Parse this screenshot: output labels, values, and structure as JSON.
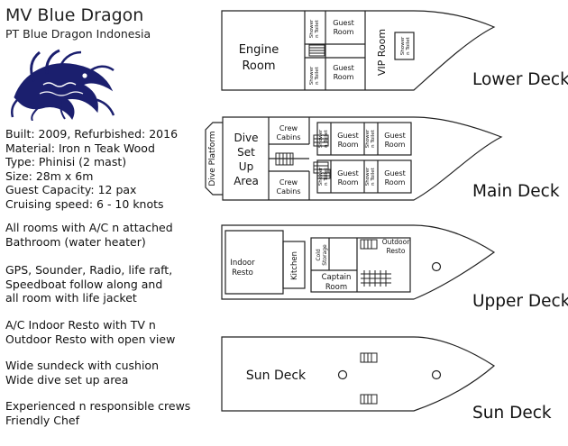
{
  "header": {
    "title": "MV Blue Dragon",
    "subtitle": "PT Blue Dragon Indonesia",
    "logo_icon": "blue-dragon-logo",
    "logo_color": "#1b1f6e"
  },
  "specs": [
    "Built: 2009, Refurbished: 2016",
    "Material: Iron n Teak Wood",
    "Type: Phinisi (2 mast)",
    "Size: 28m x 6m",
    "Guest Capacity: 12 pax",
    "Cruising speed: 6 - 10 knots"
  ],
  "features": [
    [
      "All rooms with A/C n attached",
      "Bathroom (water heater)"
    ],
    [
      "GPS, Sounder, Radio, life raft,",
      "Speedboat follow along and",
      "all room with life jacket"
    ],
    [
      "A/C Indoor Resto with TV n",
      "Outdoor Resto with open view"
    ],
    [
      "Wide sundeck with cushion",
      "Wide dive set up area"
    ],
    [
      "Experienced n responsible crews",
      "Friendly Chef"
    ]
  ],
  "decks": {
    "lower": {
      "name": "Lower Deck",
      "engine_room": [
        "Engine",
        "Room"
      ],
      "guest_room_1": [
        "Guest",
        "Room"
      ],
      "guest_room_2": [
        "Guest",
        "Room"
      ],
      "shower_1": [
        "Shower",
        "n Toilet"
      ],
      "shower_2": [
        "Shower",
        "n Toilet"
      ],
      "vip_room": "VIP Room",
      "vip_shower": [
        "Shower",
        "n Toilet"
      ]
    },
    "main": {
      "name": "Main Deck",
      "dive_platform": "Dive Platform",
      "dive_area": [
        "Dive",
        "Set",
        "Up",
        "Area"
      ],
      "crew_cabins_1": [
        "Crew",
        "Cabins"
      ],
      "crew_cabins_2": [
        "Crew",
        "Cabins"
      ],
      "guest_rooms": [
        [
          "Guest",
          "Room"
        ],
        [
          "Guest",
          "Room"
        ],
        [
          "Guest",
          "Room"
        ],
        [
          "Guest",
          "Room"
        ]
      ],
      "showers": [
        [
          "Shower",
          "n Toilet"
        ],
        [
          "Shower",
          "n Toilet"
        ],
        [
          "Shower",
          "n Toilet"
        ],
        [
          "Shower",
          "n Toilet"
        ]
      ]
    },
    "upper": {
      "name": "Upper Deck",
      "indoor_resto": [
        "Indoor",
        "Resto"
      ],
      "kitchen": "Kitchen",
      "cold_storage": [
        "Cold",
        "Storage"
      ],
      "captain_room": [
        "Captain",
        "Room"
      ],
      "outdoor_resto": [
        "Outdoor",
        "Resto"
      ]
    },
    "sun": {
      "name": "Sun Deck",
      "label": "Sun Deck"
    }
  }
}
